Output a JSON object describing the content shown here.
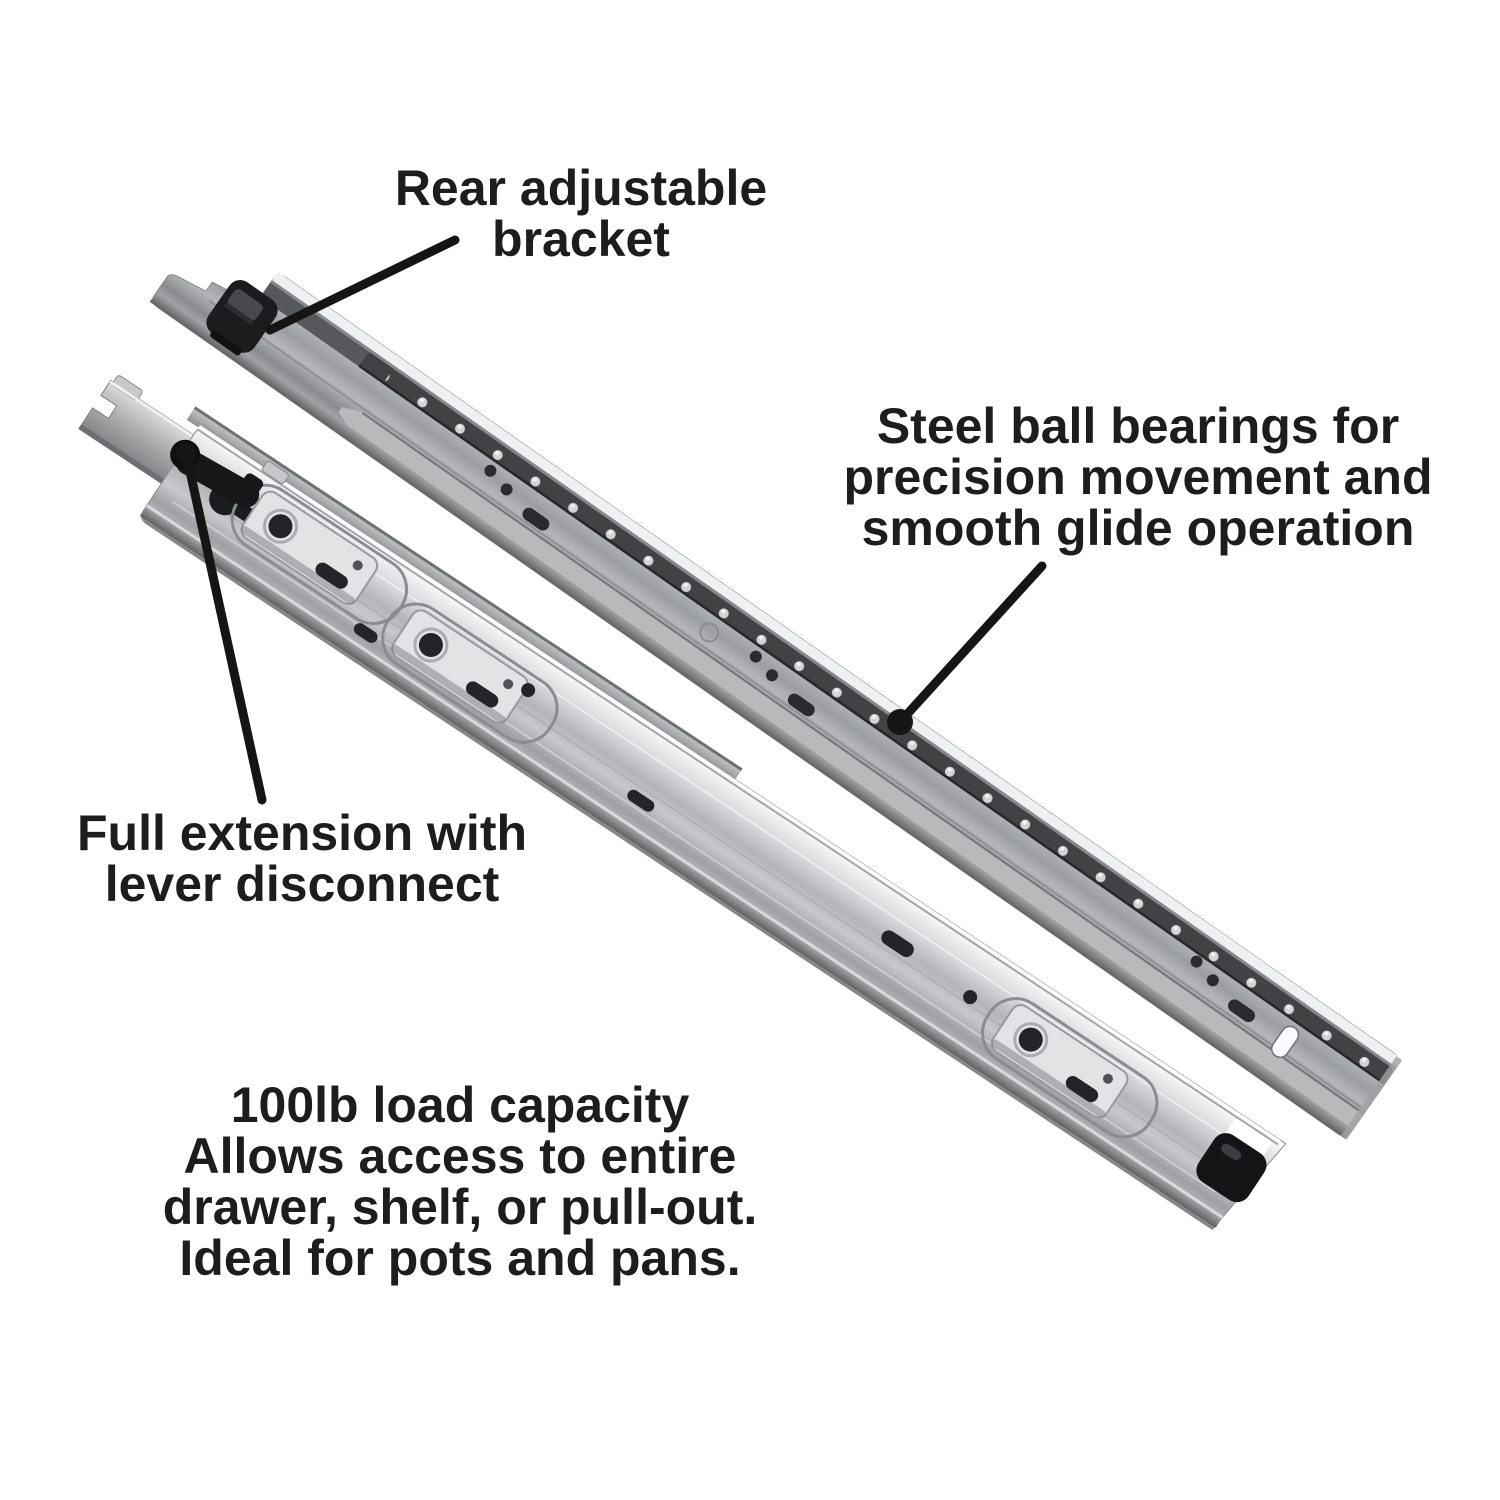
{
  "background": "#ffffff",
  "colors": {
    "text": "#1d1d1f",
    "leader_line": "#151515",
    "steel_highlight": "#f2f3f4",
    "steel_mid": "#aeb1b4",
    "steel_shadow": "#6f7174",
    "plastic_black": "#17171a"
  },
  "callouts": {
    "rear_bracket": {
      "lines": [
        "Rear adjustable",
        "bracket"
      ]
    },
    "ball_bearings": {
      "lines": [
        "Steel ball bearings for",
        "precision movement and",
        "smooth glide operation"
      ]
    },
    "full_extension": {
      "lines": [
        "Full extension with",
        "lever disconnect"
      ]
    },
    "load_capacity": {
      "lines": [
        "100lb load capacity",
        "Allows access to entire",
        "drawer, shelf, or pull-out.",
        "Ideal for pots and pans."
      ]
    }
  }
}
